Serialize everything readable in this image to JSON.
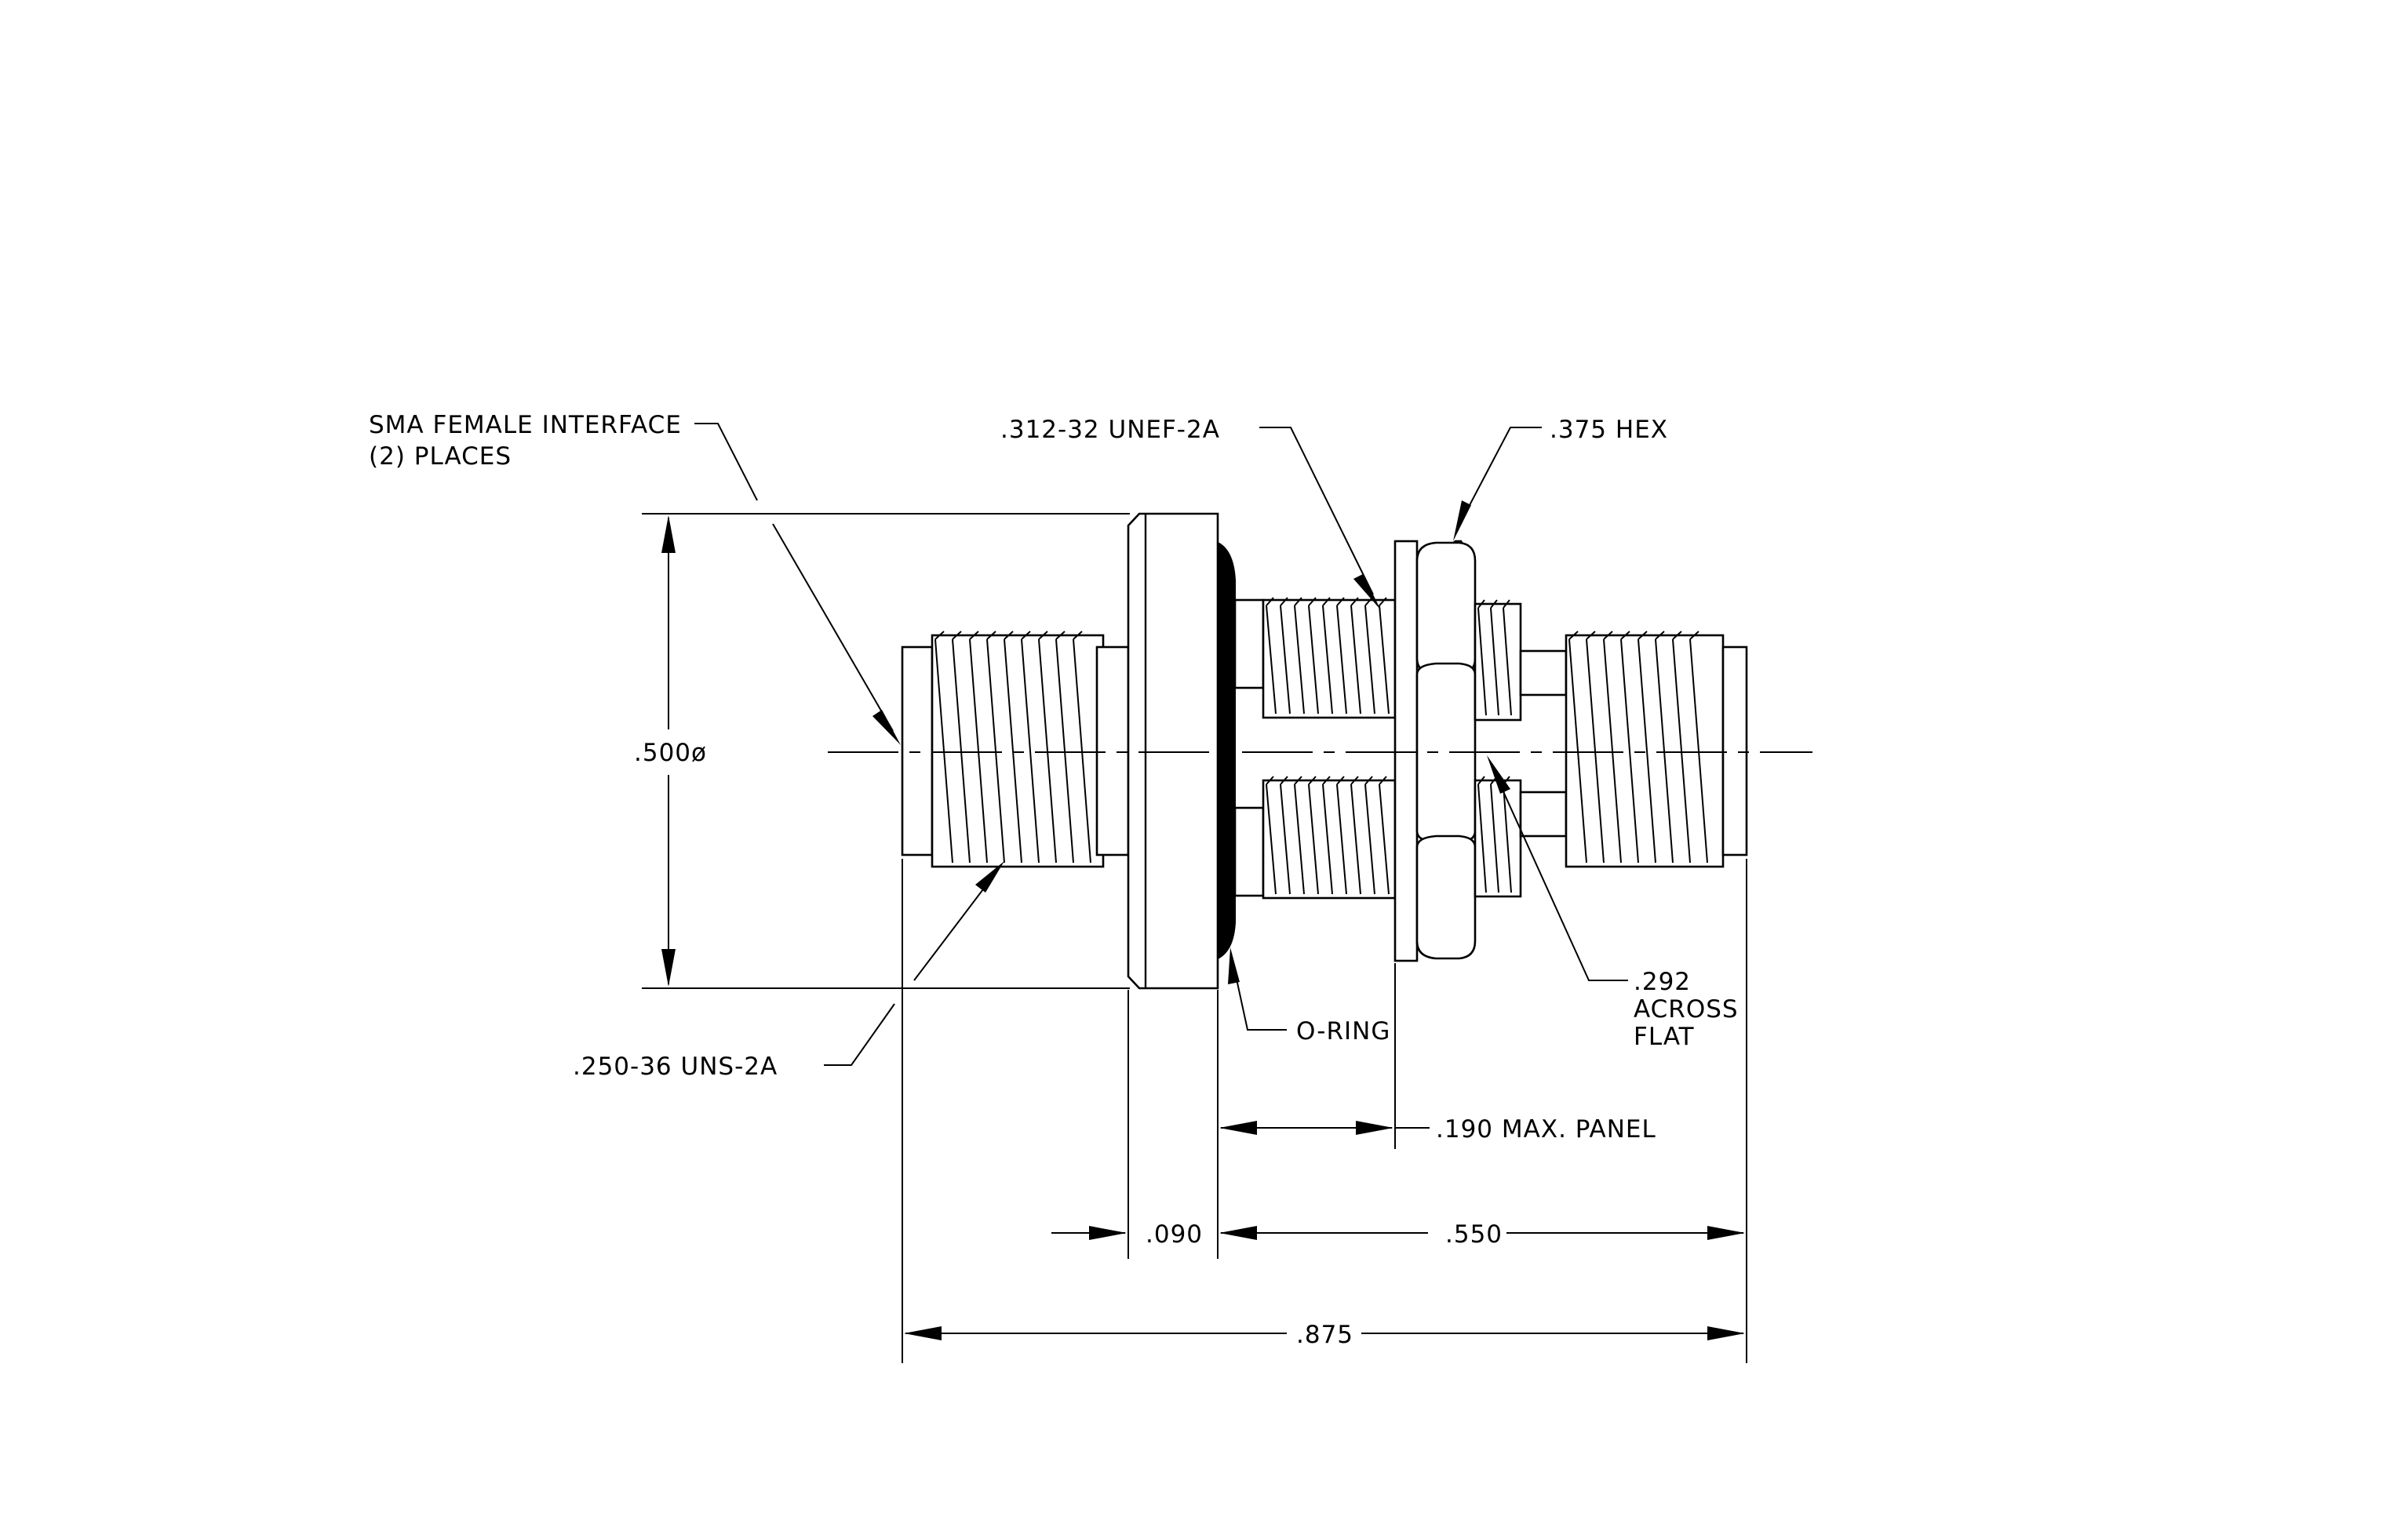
{
  "labels": {
    "sma_line1": "SMA FEMALE INTERFACE",
    "sma_line2": "(2)  PLACES",
    "unef": ".312-32 UNEF-2A",
    "hex": ".375 HEX",
    "diameter": ".500ø",
    "oring": "O-RING",
    "across1": ".292",
    "across2": "ACROSS",
    "across3": "FLAT",
    "uns": ".250-36 UNS-2A",
    "panel": ".190 MAX. PANEL",
    "dim_090": ".090",
    "dim_550": ".550",
    "dim_875": ".875"
  },
  "colors": {
    "line": "#000000",
    "background": "#ffffff"
  }
}
